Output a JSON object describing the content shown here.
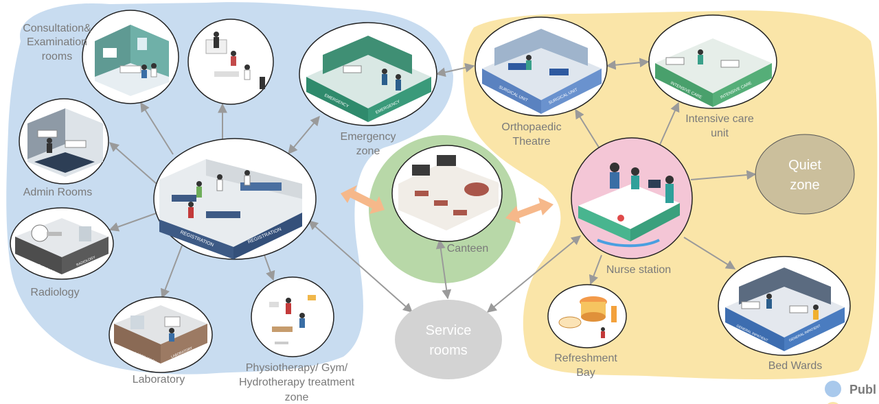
{
  "colors": {
    "public_zone": "#c8dcf0",
    "private_zone": "#fae5a8",
    "canteen_zone": "#b8d8a8",
    "service": "#d3d3d3",
    "quiet": "#cbbf9c",
    "nurse": "#f4c6d6",
    "arrow": "#9a9a9a",
    "orange_arrow": "#f6b88a",
    "label": "#7a7a7a",
    "white_text": "#ffffff",
    "legend_dot": "#a9c9ec"
  },
  "nodes": {
    "consultation": "Consultation& Examination rooms",
    "consultation_lines": [
      "Consultation&",
      "Examination",
      "rooms"
    ],
    "admin": "Admin Rooms",
    "radiology": "Radiology",
    "laboratory": "Laboratory",
    "physiotherapy": "Physiotherapy/ Gym/ Hydrotherapy treatment zone",
    "physiotherapy_lines": [
      "Physiotherapy/ Gym/",
      "Hydrotherapy treatment",
      "zone"
    ],
    "emergency": "Emergency zone",
    "emergency_lines": [
      "Emergency",
      "zone"
    ],
    "canteen": "Canteen",
    "service": "Service rooms",
    "service_lines": [
      "Service",
      "rooms"
    ],
    "orthopaedic": "Orthopaedic Theatre",
    "orthopaedic_lines": [
      "Orthopaedic",
      "Theatre"
    ],
    "intensive": "Intensive care unit",
    "intensive_lines": [
      "Intensive care",
      "unit"
    ],
    "quiet": "Quiet zone",
    "quiet_lines": [
      "Quiet",
      "zone"
    ],
    "nurse": "Nurse station",
    "refreshment": "Refreshment Bay",
    "refreshment_lines": [
      "Refreshment",
      "Bay"
    ],
    "wards": "Bed Wards"
  },
  "legend": {
    "public_label": "Publ"
  },
  "illustration_signs": {
    "registration": "REGISTRATION",
    "emergency": "EMERGENCY",
    "surgical": "SURGICAL UNIT",
    "intensive": "INTENSIVE CARE",
    "radiology": "RADIOLOGY",
    "laboratory": "LABORATORY",
    "general_inpatient": "GENERAL INPATIENT"
  }
}
